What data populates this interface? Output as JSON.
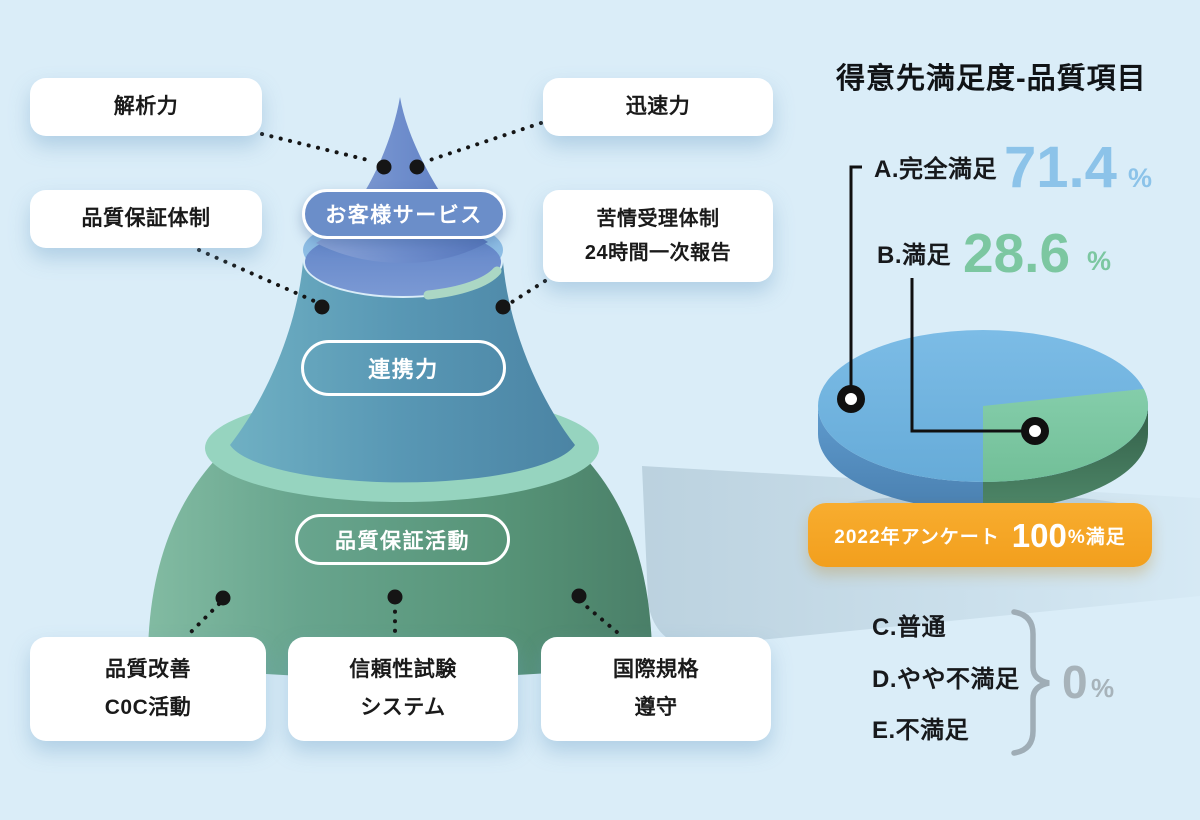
{
  "colors": {
    "background": "#daedf8",
    "value_a_blue": "#8cc3e9",
    "value_b_green": "#7cc7a1",
    "pie_blue": "#6fb2de",
    "pie_green": "#7bc7a3",
    "banner_orange": "#f5a72b",
    "zero_gray": "#a7b3ba",
    "cone_top_blue": "#6b8ec9",
    "cone_middle_teal": "#5b9cb4",
    "cone_bottom_green": "#63a089"
  },
  "pyramid": {
    "levels": [
      {
        "label": "お客様サービス"
      },
      {
        "label": "連携力"
      },
      {
        "label": "品質保証活動"
      }
    ],
    "cards": [
      {
        "lines": [
          "解析力"
        ]
      },
      {
        "lines": [
          "品質保証体制"
        ]
      },
      {
        "lines": [
          "迅速力"
        ]
      },
      {
        "lines": [
          "苦情受理体制",
          "24時間一次報告"
        ]
      },
      {
        "lines": [
          "品質改善",
          "C0C活動"
        ]
      },
      {
        "lines": [
          "信頼性試験",
          "システム"
        ]
      },
      {
        "lines": [
          "国際規格",
          "遵守"
        ]
      }
    ]
  },
  "satisfaction": {
    "title": "得意先満足度-品質項目",
    "items": [
      {
        "label": "A.完全満足",
        "value": "71.4",
        "unit": "%"
      },
      {
        "label": "B.満足",
        "value": "28.6",
        "unit": "%"
      }
    ],
    "banner": {
      "prefix": "2022年アンケート",
      "value": "100",
      "suffix": "%満足"
    },
    "zero": {
      "items": [
        {
          "label": "C.普通"
        },
        {
          "label": "D.やや不満足"
        },
        {
          "label": "E.不満足"
        }
      ],
      "value": "0",
      "unit": "%"
    }
  },
  "chart_data": {
    "type": "pie",
    "title": "得意先満足度-品質項目",
    "labels": [
      "A.完全満足",
      "B.満足",
      "C.普通",
      "D.やや不満足",
      "E.不満足"
    ],
    "values": [
      71.4,
      28.6,
      0,
      0,
      0
    ],
    "unit": "%",
    "colors": [
      "#6fb2de",
      "#7bc7a3",
      "#a7b3ba",
      "#a7b3ba",
      "#a7b3ba"
    ],
    "style": "3d-pie",
    "legend_position": "above",
    "annotation": "2022年アンケート 100%満足"
  }
}
